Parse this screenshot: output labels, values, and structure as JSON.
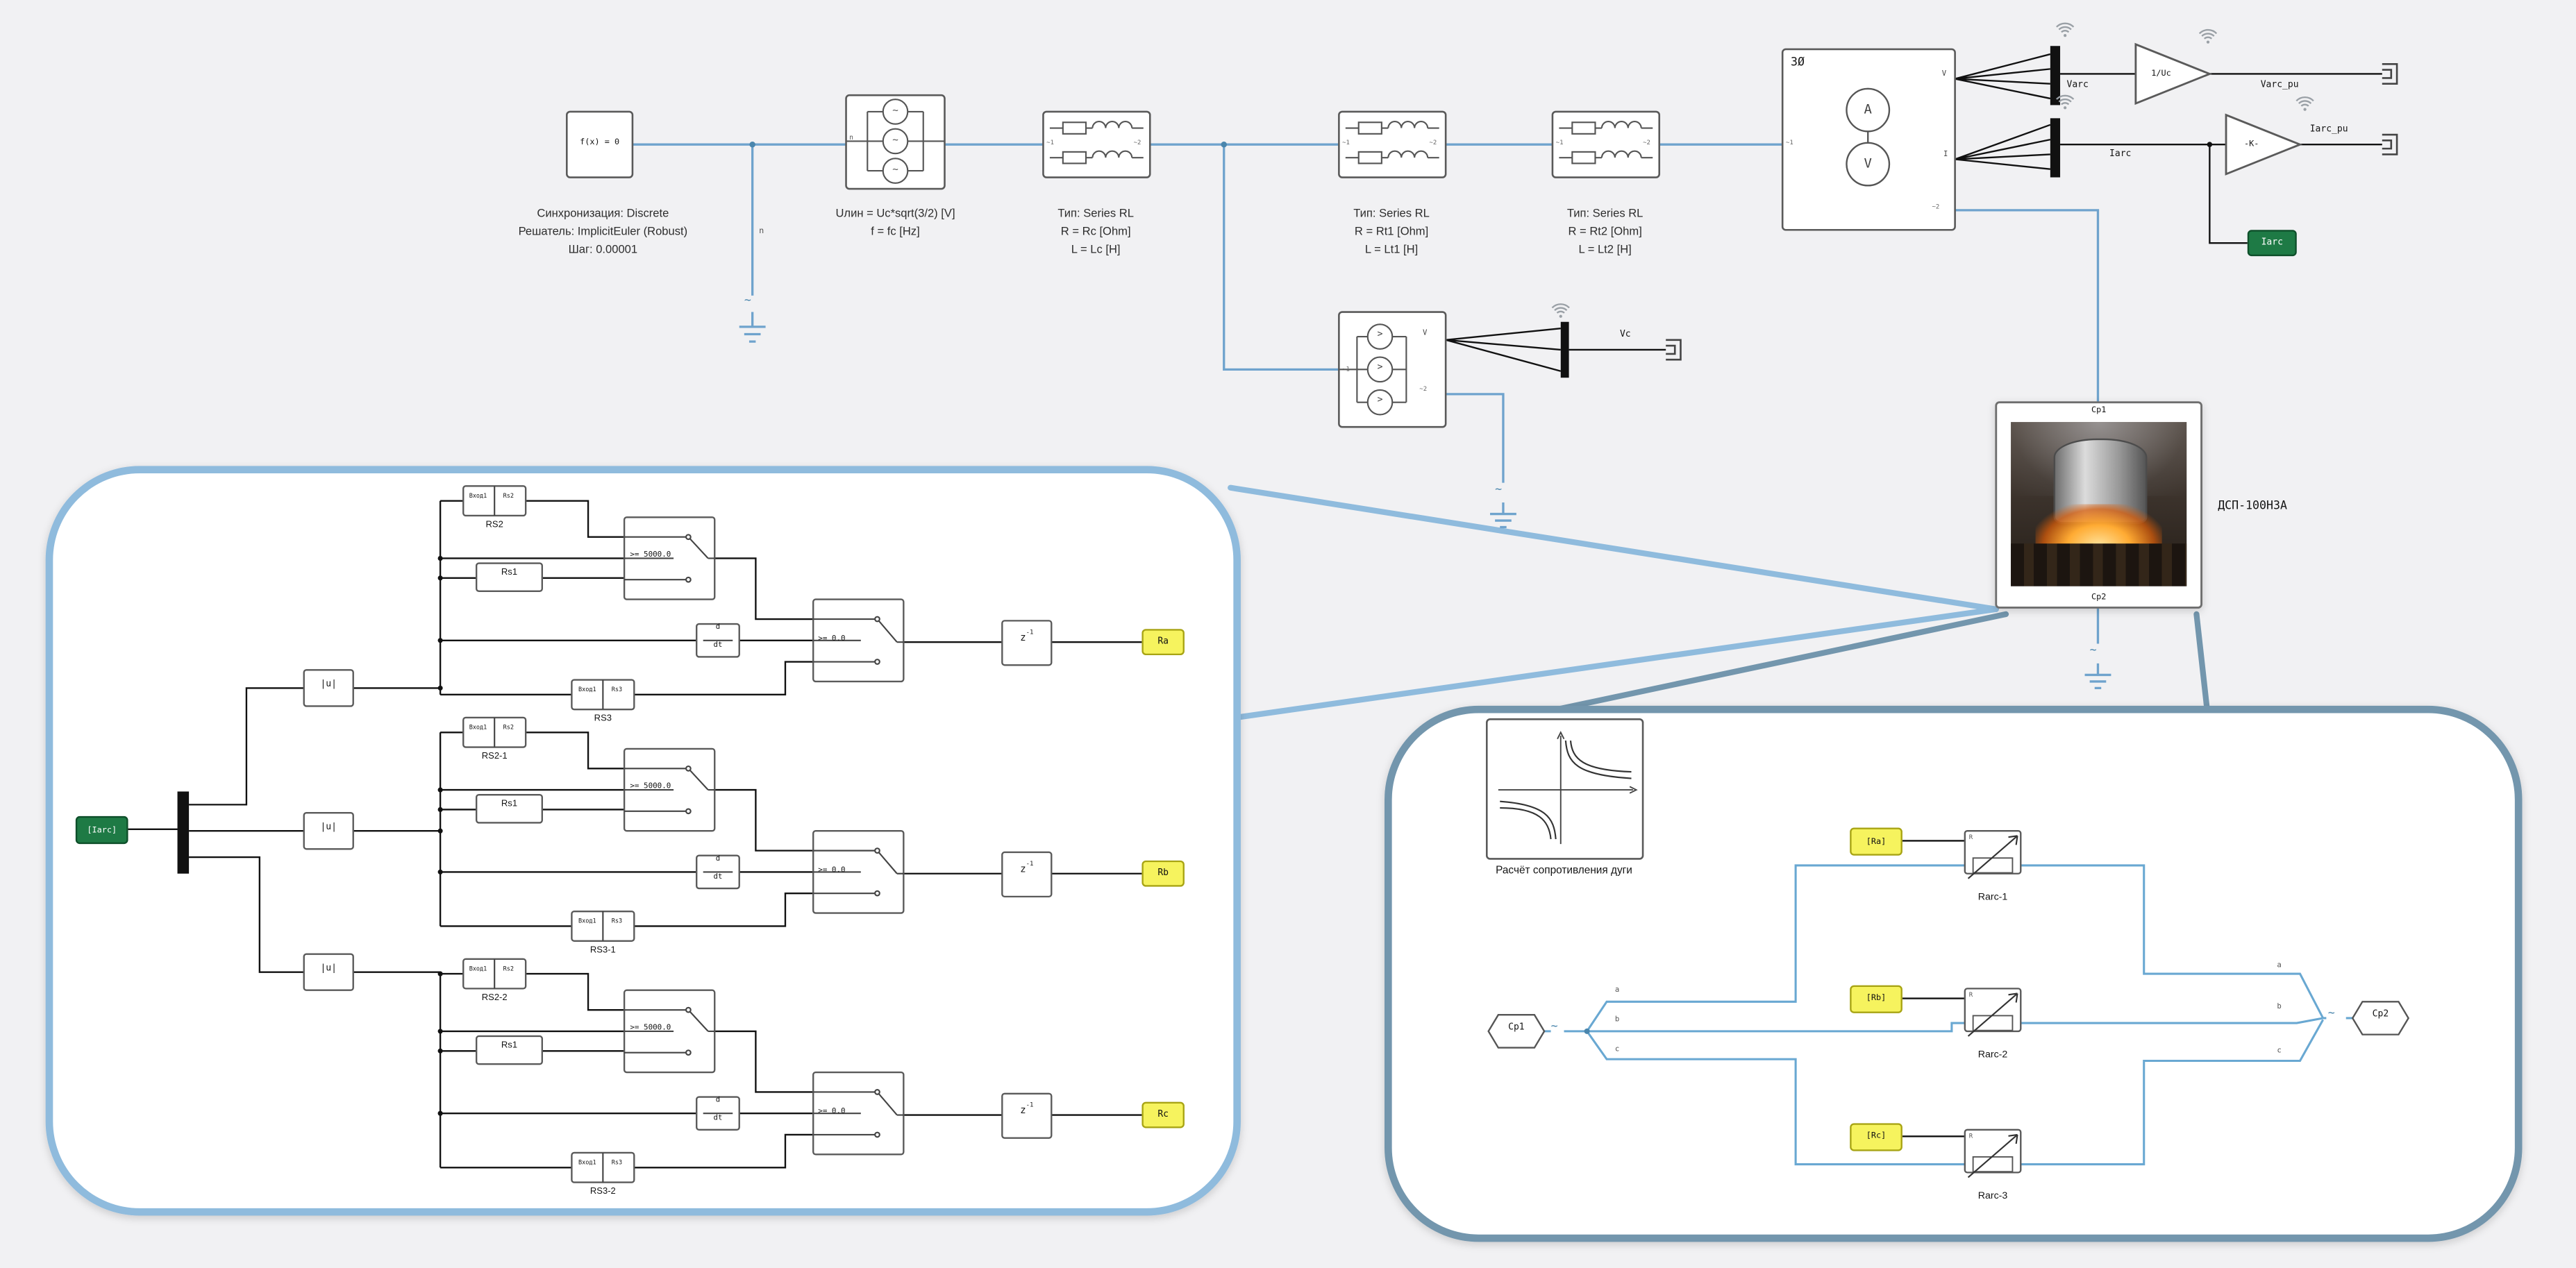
{
  "solver": {
    "block": "f(x) = 0",
    "lines": [
      "Синхронизация: Discrete",
      "Решатель: ImplicitEuler (Robust)",
      "Шаг: 0.00001"
    ]
  },
  "source": {
    "port_n": "n",
    "neutral_n": "n",
    "tilde": "~",
    "lines": [
      "Uлин = Uc*sqrt(3/2) [V]",
      "f = fc [Hz]"
    ]
  },
  "rl": {
    "port_in": "~1",
    "port_out": "~2",
    "blocks": [
      {
        "lines": [
          "Тип: Series RL",
          "R = Rc [Ohm]",
          "L = Lc [H]"
        ]
      },
      {
        "lines": [
          "Тип: Series RL",
          "R = Rt1 [Ohm]",
          "L = Lt1 [H]"
        ]
      },
      {
        "lines": [
          "Тип: Series RL",
          "R = Rt2 [Ohm]",
          "L = Lt2 [H]"
        ]
      }
    ]
  },
  "meter": {
    "corner": "3Ø",
    "ammeter": "A",
    "voltmeter": "V",
    "port_in": "~1",
    "port_out": "~2",
    "out_v": "V",
    "out_i": "I"
  },
  "vmeter": {
    "gt": ">",
    "port1": "~1",
    "port2": "~2",
    "out_v": "V",
    "tilde": "~"
  },
  "signals": {
    "varc": "Varc",
    "varc_pu": "Varc_pu",
    "iarc": "Iarc",
    "iarc_pu": "Iarc_pu",
    "vc": "Vc"
  },
  "gains": {
    "v": "1/Uc",
    "i": "-K-"
  },
  "goto_iarc": "Iarc",
  "furnace": {
    "cp1": "Cp1",
    "cp2": "Cp2",
    "name": "ДСП-100Н3А",
    "tilde": "~"
  },
  "left_panel": {
    "from_tag": "[Iarc]",
    "abs": "|u|",
    "in_label": "Вход1",
    "rs1": "Rs1",
    "sw_high": ">= 5000.0",
    "sw_zero": ">= 0.0",
    "ddt_num": "d",
    "ddt_den": "dt",
    "delay_base": "z",
    "delay_exp": "-1",
    "channels": [
      {
        "rs2_port": "Rs2",
        "rs2_name": "RS2",
        "rs3_port": "Rs3",
        "rs3_name": "RS3",
        "goto": "Ra"
      },
      {
        "rs2_port": "Rs2",
        "rs2_name": "RS2-1",
        "rs3_port": "Rs3",
        "rs3_name": "RS3-1",
        "goto": "Rb"
      },
      {
        "rs2_port": "Rs2",
        "rs2_name": "RS2-2",
        "rs3_port": "Rs3",
        "rs3_name": "RS3-2",
        "goto": "Rc"
      }
    ]
  },
  "right_panel": {
    "calc_name": "Расчёт сопротивления дуги",
    "cp1": "Cp1",
    "cp2": "Cp2",
    "tilde": "~",
    "r_port": "R",
    "phases": {
      "a": "a",
      "b": "b",
      "c": "c"
    },
    "rows": [
      {
        "tag": "[Ra]",
        "name": "Rarc-1"
      },
      {
        "tag": "[Rb]",
        "name": "Rarc-2"
      },
      {
        "tag": "[Rc]",
        "name": "Rarc-3"
      }
    ]
  }
}
